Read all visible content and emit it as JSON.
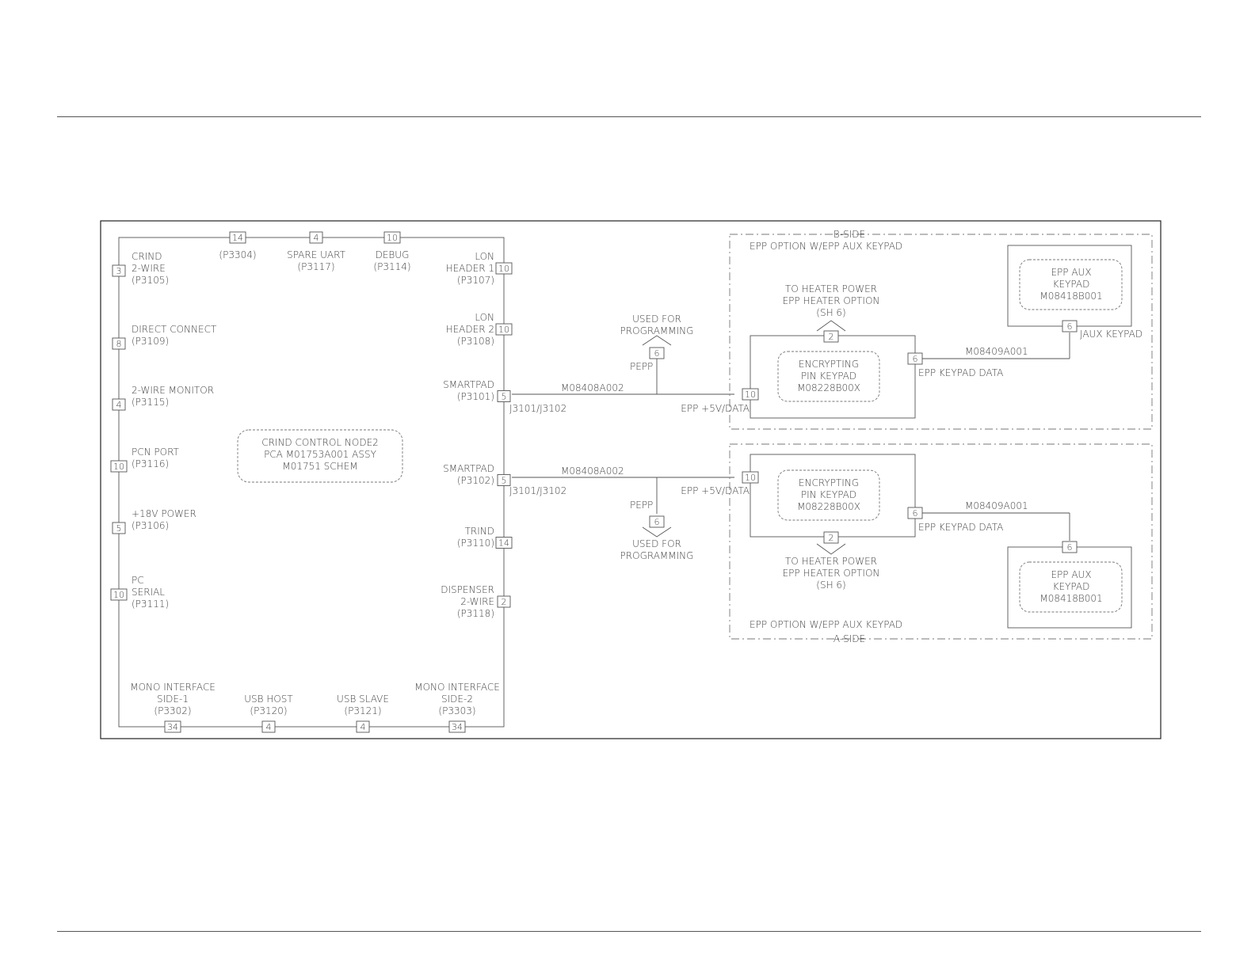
{
  "board": {
    "title": [
      "CRIND CONTROL NODE2",
      "PCA M01753A001 ASSY",
      "M01751 SCHEM"
    ],
    "top_connectors": [
      {
        "pin": "14",
        "lines": [
          "(P3304)"
        ]
      },
      {
        "pin": "4",
        "lines": [
          "SPARE UART",
          "(P3117)"
        ]
      },
      {
        "pin": "10",
        "lines": [
          "DEBUG",
          "(P3114)"
        ]
      }
    ],
    "left_connectors": [
      {
        "pin": "3",
        "lines": [
          "CRIND",
          "2-WIRE",
          "(P3105)"
        ]
      },
      {
        "pin": "8",
        "lines": [
          "DIRECT CONNECT",
          "(P3109)"
        ]
      },
      {
        "pin": "4",
        "lines": [
          "2-WIRE MONITOR",
          "(P3115)"
        ]
      },
      {
        "pin": "10",
        "lines": [
          "PCN PORT",
          "(P3116)"
        ]
      },
      {
        "pin": "5",
        "lines": [
          "+18V POWER",
          "(P3106)"
        ]
      },
      {
        "pin": "10",
        "lines": [
          "PC",
          "SERIAL",
          "(P3111)"
        ]
      }
    ],
    "right_connectors": [
      {
        "pin": "10",
        "lines": [
          "LON",
          "HEADER 1",
          "(P3107)"
        ]
      },
      {
        "pin": "10",
        "lines": [
          "LON",
          "HEADER 2",
          "(P3108)"
        ]
      },
      {
        "pin": "5",
        "lines": [
          "SMARTPAD",
          "(P3101)"
        ]
      },
      {
        "pin": "5",
        "lines": [
          "SMARTPAD",
          "(P3102)"
        ]
      },
      {
        "pin": "14",
        "lines": [
          "TRIND",
          "(P3110)"
        ]
      },
      {
        "pin": "2",
        "lines": [
          "DISPENSER",
          "2-WIRE",
          "(P3118)"
        ]
      }
    ],
    "bottom_connectors": [
      {
        "pin": "34",
        "lines": [
          "MONO INTERFACE",
          "SIDE-1",
          "(P3302)"
        ]
      },
      {
        "pin": "4",
        "lines": [
          "USB HOST",
          "(P3120)"
        ]
      },
      {
        "pin": "4",
        "lines": [
          "USB SLAVE",
          "(P3121)"
        ]
      },
      {
        "pin": "34",
        "lines": [
          "MONO INTERFACE",
          "SIDE-2",
          "(P3303)"
        ]
      }
    ]
  },
  "cables": {
    "smartpad_cable": "M08408A002",
    "jack_label": "J3101/J3102",
    "epp_power_label": "EPP +5V/DATA",
    "pepp_label": "PEPP",
    "pepp_pin": "6",
    "programming_label": [
      "USED FOR",
      "PROGRAMMING"
    ],
    "aux_cable": "M08409A001",
    "epp_keypad_data": "EPP KEYPAD DATA",
    "jaux_keypad": "JAUX KEYPAD"
  },
  "b_side": {
    "side_label": "B-SIDE",
    "option_label": "EPP OPTION W/EPP AUX KEYPAD",
    "heater_label": [
      "TO HEATER POWER",
      "EPP HEATER OPTION",
      "(SH 6)"
    ],
    "heater_pin": "2",
    "keypad_title": [
      "ENCRYPTING",
      "PIN KEYPAD",
      "M08228B00X"
    ],
    "keypad_in_pin": "10",
    "keypad_out_pin": "6",
    "aux_title": [
      "EPP AUX",
      "KEYPAD",
      "M08418B001"
    ],
    "aux_pin": "6"
  },
  "a_side": {
    "side_label": "A-SIDE",
    "option_label": "EPP OPTION W/EPP AUX KEYPAD",
    "heater_label": [
      "TO HEATER POWER",
      "EPP HEATER OPTION",
      "(SH 6)"
    ],
    "heater_pin": "2",
    "keypad_title": [
      "ENCRYPTING",
      "PIN KEYPAD",
      "M08228B00X"
    ],
    "keypad_in_pin": "10",
    "keypad_out_pin": "6",
    "aux_title": [
      "EPP AUX",
      "KEYPAD",
      "M08418B001"
    ],
    "aux_pin": "6"
  }
}
